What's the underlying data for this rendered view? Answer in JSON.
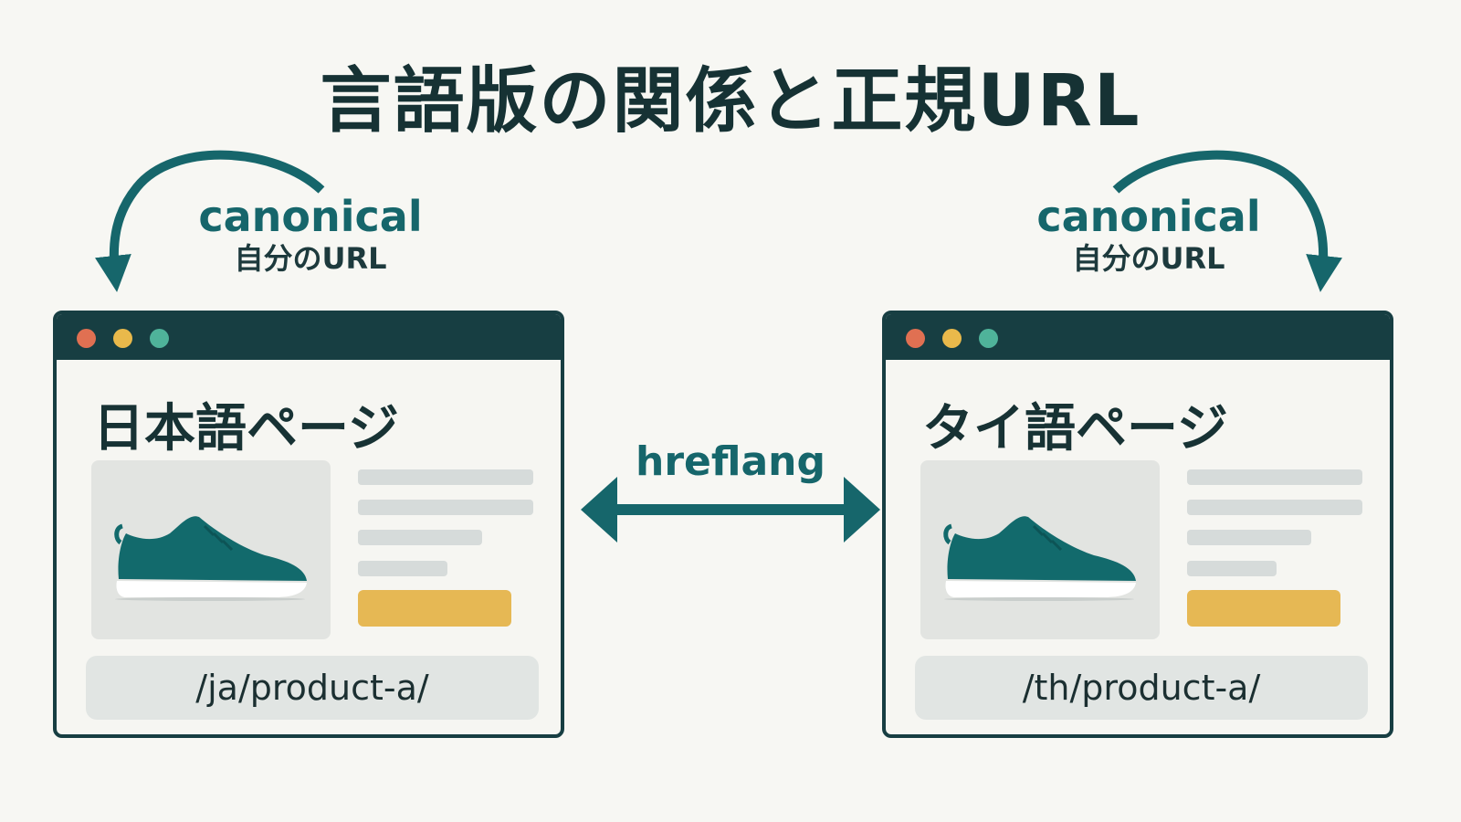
{
  "title": "言語版の関係と正規URL",
  "colors": {
    "accent": "#16666b",
    "window_dark": "#173e42",
    "shoe": "#126a6c",
    "button": "#e6b854",
    "background": "#f7f7f3"
  },
  "left_annotation": {
    "label": "canonical",
    "sublabel": "自分のURL"
  },
  "right_annotation": {
    "label": "canonical",
    "sublabel": "自分のURL"
  },
  "link": {
    "label": "hreflang"
  },
  "pages": [
    {
      "title": "日本語ページ",
      "url": "/ja/product-a/",
      "icon": "shoe-icon"
    },
    {
      "title": "タイ語ページ",
      "url": "/th/product-a/",
      "icon": "shoe-icon"
    }
  ]
}
